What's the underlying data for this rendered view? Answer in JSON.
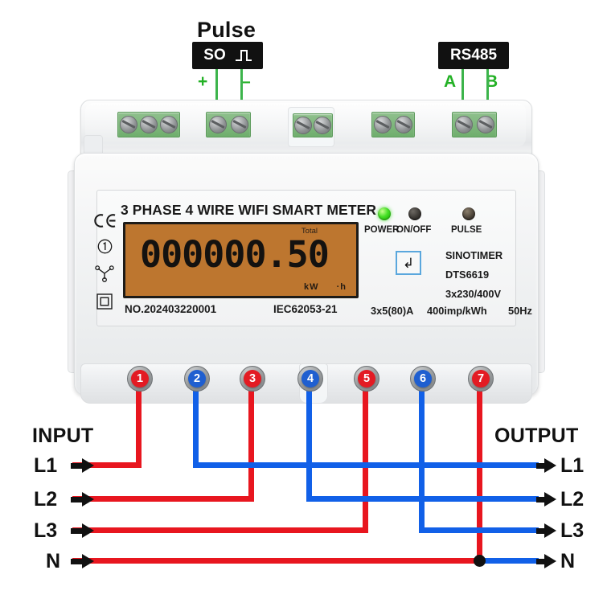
{
  "top_labels": {
    "pulse_title": "Pulse",
    "so_chip": "SO",
    "so_icon": "square-wave-icon",
    "so_plus": "+",
    "so_minus": "–",
    "rs485_chip": "RS485",
    "rs485_a": "A",
    "rs485_b": "B",
    "pointer_color": "#3cb44b"
  },
  "meter": {
    "title": "3 PHASE 4 WIRE WIFI  SMART METER",
    "symbols": [
      "ce-mark",
      "accuracy-class-1",
      "three-phase-four-wire",
      "double-insulation"
    ],
    "display": {
      "total_label": "Total",
      "digits": "000000.50",
      "unit_kw": "kW",
      "unit_h": "·h",
      "screen_color": "#bd762f"
    },
    "serial_no": "NO.202403220001",
    "standard": "IEC62053-21",
    "leds": [
      {
        "label": "POWER",
        "state": "on",
        "color": "#45e026"
      },
      {
        "label": "ON/OFF",
        "state": "off",
        "color": "#3a3733"
      },
      {
        "label": "PULSE",
        "state": "off",
        "color": "#4a4238"
      }
    ],
    "enter_button": "↲",
    "specs": {
      "brand": "SINOTIMER",
      "model": "DTS6619",
      "voltage": "3x230/400V",
      "current": "3x5(80)A",
      "constant": "400imp/kWh",
      "frequency": "50Hz"
    }
  },
  "terminals": {
    "top_blocks": [
      {
        "name": "phase-terminals",
        "screws": 3
      },
      {
        "name": "pulse-so-terminals",
        "screws": 2
      },
      {
        "name": "center-terminals",
        "screws": 2
      },
      {
        "name": "aux-terminals",
        "screws": 2
      },
      {
        "name": "rs485-terminals",
        "screws": 2
      }
    ],
    "bottom": [
      {
        "number": "1",
        "color": "red"
      },
      {
        "number": "2",
        "color": "blue"
      },
      {
        "number": "3",
        "color": "red"
      },
      {
        "number": "4",
        "color": "blue"
      },
      {
        "number": "5",
        "color": "red"
      },
      {
        "number": "6",
        "color": "blue"
      },
      {
        "number": "7",
        "color": "red"
      }
    ]
  },
  "wiring": {
    "input_title": "INPUT",
    "output_title": "OUTPUT",
    "input_lines": [
      "L1",
      "L2",
      "L3",
      "N"
    ],
    "output_lines": [
      "L1",
      "L2",
      "L3",
      "N"
    ],
    "input_color": "#e8161f",
    "output_color": "#1160e8"
  }
}
